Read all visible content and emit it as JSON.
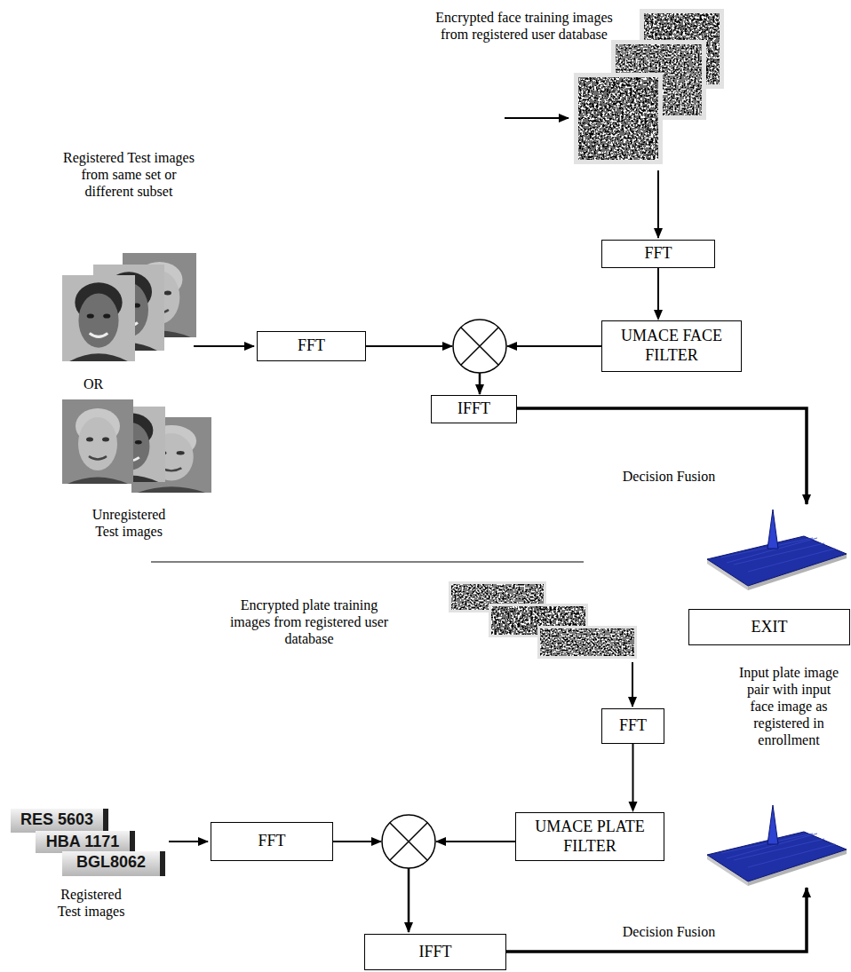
{
  "diagram": {
    "nodes": [
      {
        "text": [
          "FFT"
        ]
      },
      {
        "text": [
          "FFT"
        ]
      },
      {
        "text": [
          "UMACE FACE FILTER"
        ]
      },
      {
        "text": [
          "IFFT"
        ]
      },
      {
        "text": [
          "EXIT"
        ]
      },
      {
        "text": [
          "FFT"
        ]
      },
      {
        "text": [
          "UMACE PLATE FILTER"
        ]
      },
      {
        "text": [
          "FFT"
        ]
      },
      {
        "text": [
          "IFFT"
        ]
      }
    ],
    "edges": [
      {
        "from": 0,
        "to": 2,
        "arrow": "to"
      },
      {
        "from": 5,
        "to": 6,
        "arrow": "to"
      }
    ],
    "labels": [
      "Encrypted face training images from registered user database",
      "Registered Test images from same set or different subset",
      "OR",
      "Unregistered Test images",
      "Decision Fusion",
      "Encrypted plate training images from registered user database",
      "Input plate image pair with input face image as registered in enrollment",
      "RES 5603",
      "HBA 1171",
      "BGL8062",
      "Registered Test images",
      "Decision Fusion"
    ]
  }
}
